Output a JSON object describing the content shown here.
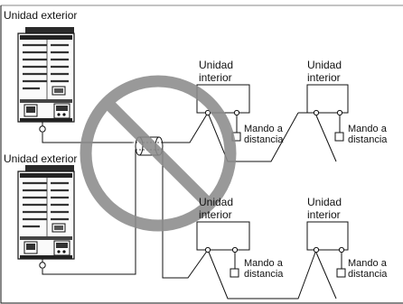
{
  "outdoor_label": "Unidad exterior",
  "indoor_label_line1": "Unidad",
  "indoor_label_line2": "interior",
  "remote_label_line1": "Mando a",
  "remote_label_line2": "distancia",
  "colors": {
    "line": "#111111",
    "prohibit": "#8c8c8c",
    "unit_dark": "#2a2a2a"
  }
}
